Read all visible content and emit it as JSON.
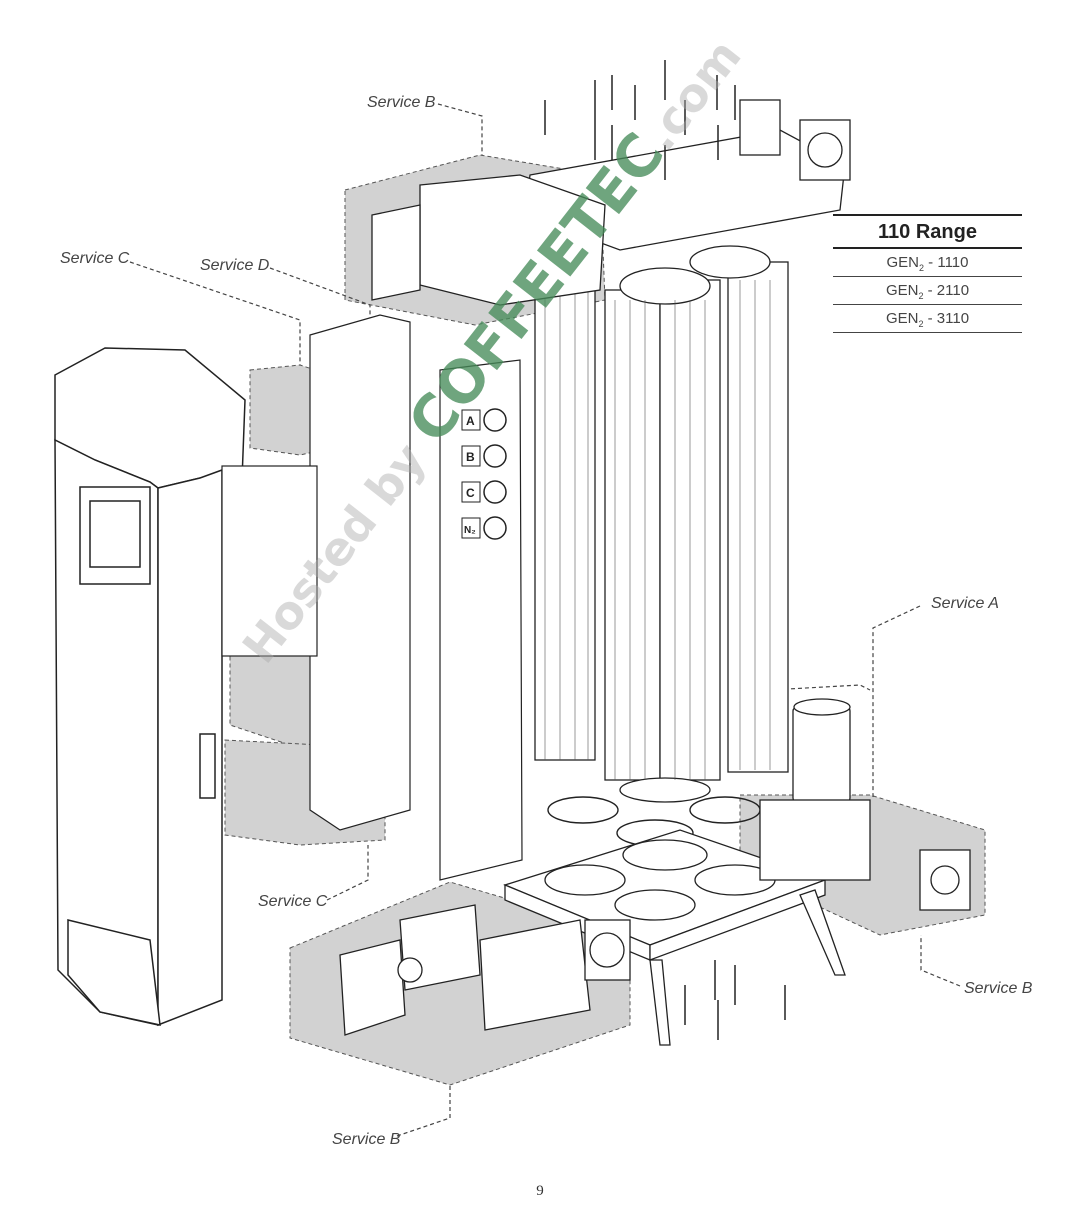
{
  "service_labels": {
    "b_top": "Service B",
    "c_top": "Service C",
    "d": "Service D",
    "a": "Service A",
    "c_bottom": "Service C",
    "b_right": "Service B",
    "b_bottom": "Service B"
  },
  "range_table": {
    "title": "110 Range",
    "models": [
      {
        "prefix": "GEN",
        "sub": "2",
        "suffix": " - 1110"
      },
      {
        "prefix": "GEN",
        "sub": "2",
        "suffix": " - 2110"
      },
      {
        "prefix": "GEN",
        "sub": "2",
        "suffix": " - 3110"
      }
    ]
  },
  "panel_buttons": [
    "A",
    "B",
    "C",
    "N₂"
  ],
  "watermark": {
    "part1": "Hosted by ",
    "part2": "COFFEETEC",
    "part3": ".com"
  },
  "page_number": "9",
  "colors": {
    "service_area_fill": "#d2d2d2",
    "line": "#333333",
    "watermark_green": "#4f8f62"
  }
}
